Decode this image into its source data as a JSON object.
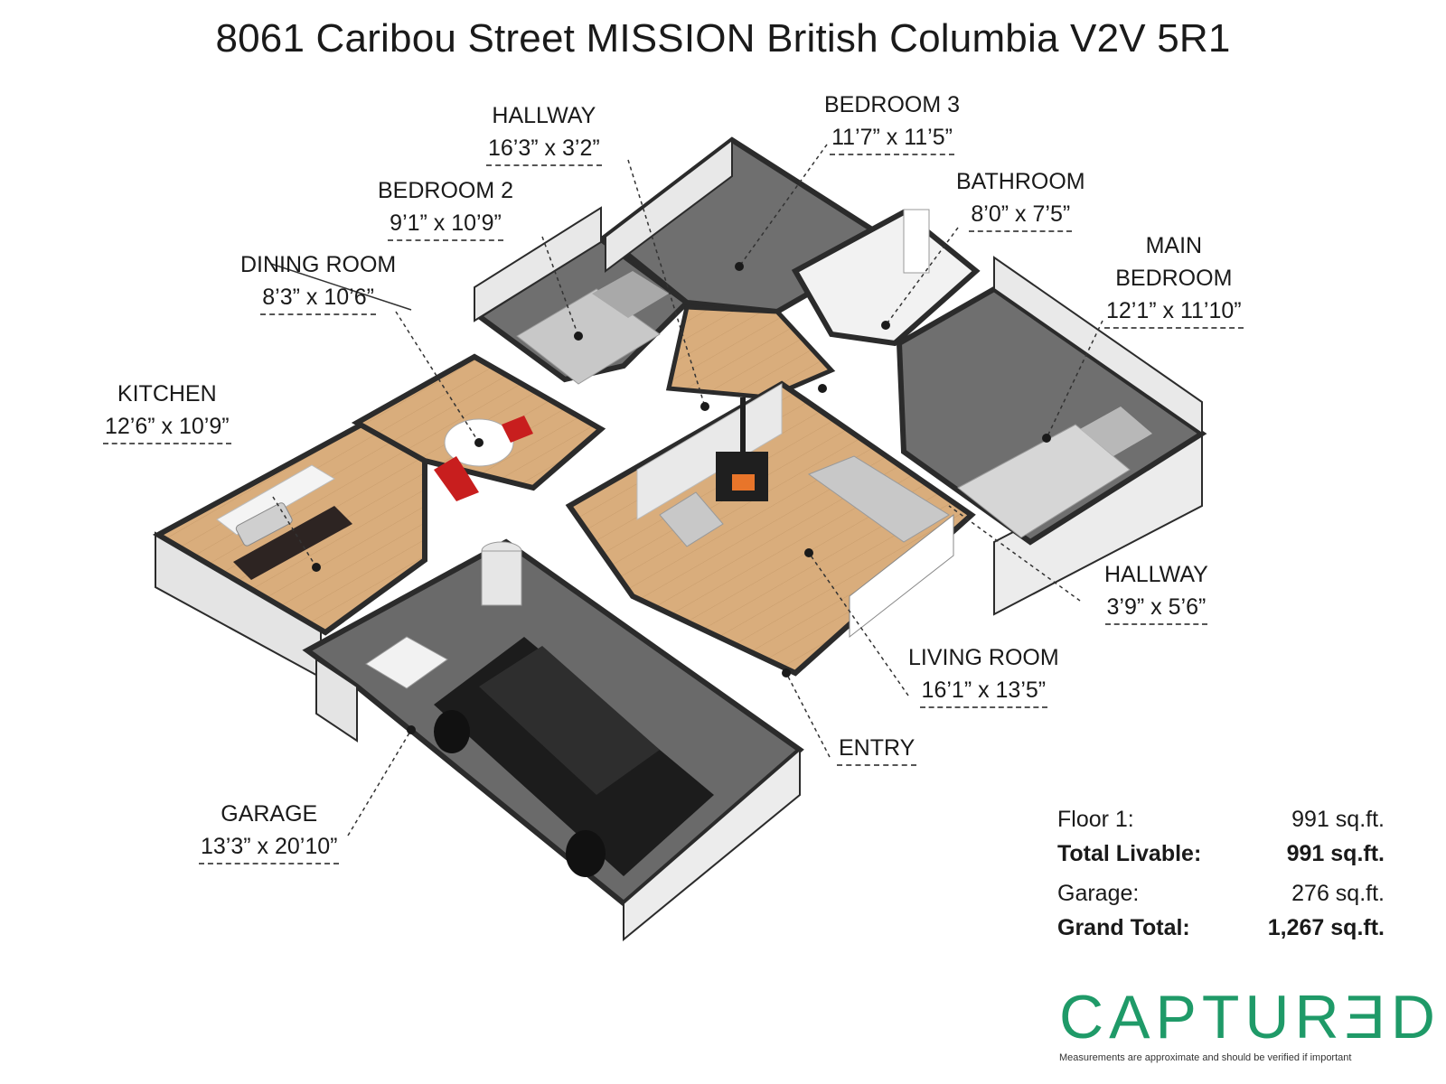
{
  "title": "8061 Caribou Street MISSION British Columbia V2V 5R1",
  "rooms": {
    "hallway_top": {
      "name": "HALLWAY",
      "dims": "16’3” x 3’2”"
    },
    "bedroom3": {
      "name": "BEDROOM 3",
      "dims": "11’7” x 11’5”"
    },
    "bedroom2": {
      "name": "BEDROOM 2",
      "dims": "9’1” x 10’9”"
    },
    "bathroom": {
      "name": "BATHROOM",
      "dims": "8’0” x 7’5”"
    },
    "main_bedroom": {
      "name_line1": "MAIN",
      "name_line2": "BEDROOM",
      "dims": "12’1” x 11’10”"
    },
    "dining": {
      "name": "DINING ROOM",
      "dims": "8’3” x 10’6”"
    },
    "kitchen": {
      "name": "KITCHEN",
      "dims": "12’6” x 10’9”"
    },
    "hallway_right": {
      "name": "HALLWAY",
      "dims": "3’9” x 5’6”"
    },
    "living": {
      "name": "LIVING ROOM",
      "dims": "16’1” x 13’5”"
    },
    "entry": {
      "name": "ENTRY"
    },
    "garage": {
      "name": "GARAGE",
      "dims": "13’3” x 20’10”"
    }
  },
  "summary": {
    "floor1_label": "Floor 1:",
    "floor1_value": "991 sq.ft.",
    "livable_label": "Total Livable:",
    "livable_value": "991 sq.ft.",
    "garage_label": "Garage:",
    "garage_value": "276 sq.ft.",
    "grand_label": "Grand Total:",
    "grand_value": "1,267 sq.ft."
  },
  "brand": {
    "name": "CAPTURƎD",
    "disclaimer": "Measurements are approximate and should be verified if important"
  },
  "colors": {
    "wall_top": "#2b2b2b",
    "wall_face": "#e9e9e9",
    "wood_floor": "#d9ad7c",
    "carpet": "#6f6f6f",
    "garage_floor": "#6a6a6a",
    "brand": "#1f9a68"
  }
}
